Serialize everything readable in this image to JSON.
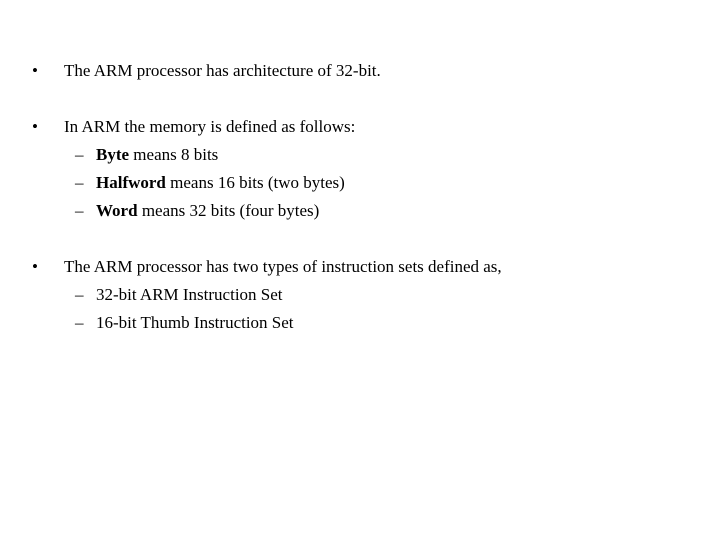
{
  "bullets": [
    {
      "text": "The ARM processor has architecture of 32-bit."
    },
    {
      "text": "In ARM the memory is defined as follows:",
      "sub": [
        {
          "term": "Byte",
          "text": " means 8 bits"
        },
        {
          "term": "Halfword",
          "text": " means 16 bits (two bytes)"
        },
        {
          "term": "Word",
          "text": " means 32 bits (four bytes)"
        }
      ]
    },
    {
      "text": "The ARM processor has two types of instruction sets defined as,",
      "sub": [
        {
          "text": "32-bit ARM Instruction Set"
        },
        {
          "text": "16-bit Thumb Instruction Set"
        }
      ]
    }
  ],
  "markers": {
    "bullet": "•",
    "dash": "–"
  }
}
